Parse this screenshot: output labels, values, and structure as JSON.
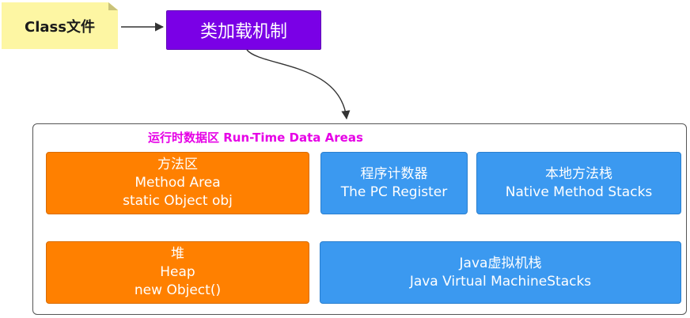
{
  "class_file": {
    "label": "Class文件"
  },
  "class_loader": {
    "label": "类加载机制"
  },
  "runtime_area": {
    "title": "运行时数据区 Run-Time Data Areas",
    "method_area": {
      "lines": [
        "方法区",
        "Method Area",
        "static Object obj"
      ]
    },
    "pc_register": {
      "lines": [
        "程序计数器",
        "The PC Register"
      ]
    },
    "native_stacks": {
      "lines": [
        "本地方法栈",
        "Native Method Stacks"
      ]
    },
    "heap": {
      "lines": [
        "堆",
        "Heap",
        "new Object()"
      ]
    },
    "java_stacks": {
      "lines": [
        "Java虚拟机栈",
        "Java Virtual MachineStacks"
      ]
    }
  },
  "colors": {
    "note": "#fdf6a3",
    "class_loader": "#7a00e6",
    "orange": "#ff8000",
    "blue": "#3b99f0",
    "title": "#e600e6"
  }
}
